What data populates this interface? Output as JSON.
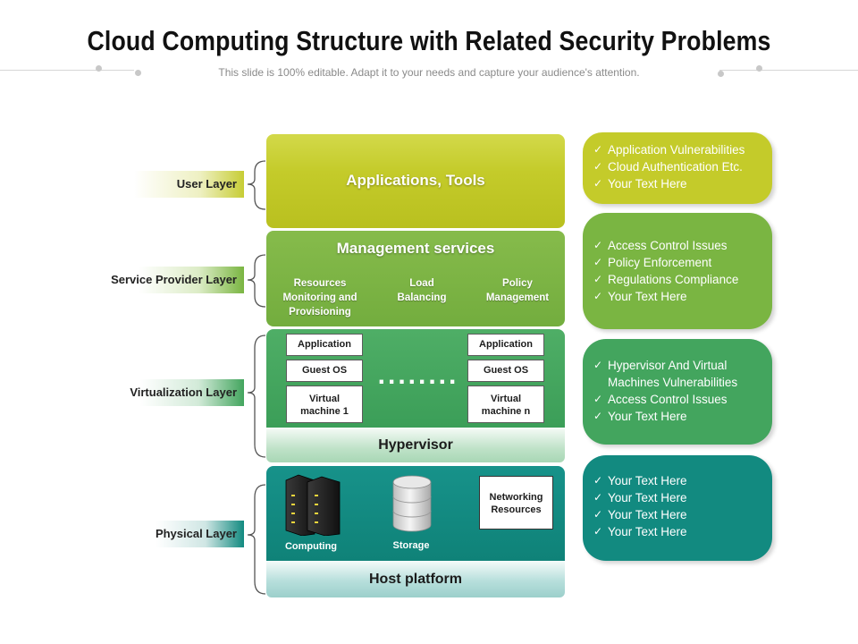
{
  "header": {
    "title": "Cloud Computing Structure with Related Security Problems",
    "subtitle": "This slide is 100% editable. Adapt it to your needs and capture your audience's attention."
  },
  "layers": {
    "user": "User Layer",
    "service_provider": "Service Provider Layer",
    "virtualization": "Virtualization Layer",
    "physical": "Physical Layer"
  },
  "user_box": {
    "title": "Applications, Tools"
  },
  "mgmt_box": {
    "title": "Management services",
    "items": [
      "Resources Monitoring and Provisioning",
      "Load Balancing",
      "Policy Management"
    ]
  },
  "virt_box": {
    "vm1": {
      "application": "Application",
      "guest_os": "Guest OS",
      "vm": "Virtual machine 1"
    },
    "vmn": {
      "application": "Application",
      "guest_os": "Guest OS",
      "vm": "Virtual machine n"
    },
    "ellipsis": "........",
    "hypervisor": "Hypervisor"
  },
  "phys_box": {
    "computing": "Computing",
    "storage": "Storage",
    "networking": "Networking Resources",
    "host": "Host platform"
  },
  "bubbles": [
    {
      "items": [
        "Application Vulnerabilities",
        "Cloud Authentication Etc.",
        "Your Text Here"
      ]
    },
    {
      "items": [
        "Access Control Issues",
        "Policy Enforcement",
        "Regulations Compliance",
        "Your Text Here"
      ]
    },
    {
      "items": [
        "Hypervisor And Virtual Machines Vulnerabilities",
        "Access Control Issues",
        "Your Text Here"
      ]
    },
    {
      "items": [
        "Your Text Here",
        "Your Text Here",
        "Your Text Here",
        "Your Text Here"
      ]
    }
  ],
  "colors": {
    "user": "#c4cb2a",
    "service": "#7ab542",
    "virtualization": "#43a55e",
    "physical": "#128a80"
  },
  "icons": {
    "check": "check-icon",
    "server": "server-icon",
    "storage": "database-icon"
  }
}
